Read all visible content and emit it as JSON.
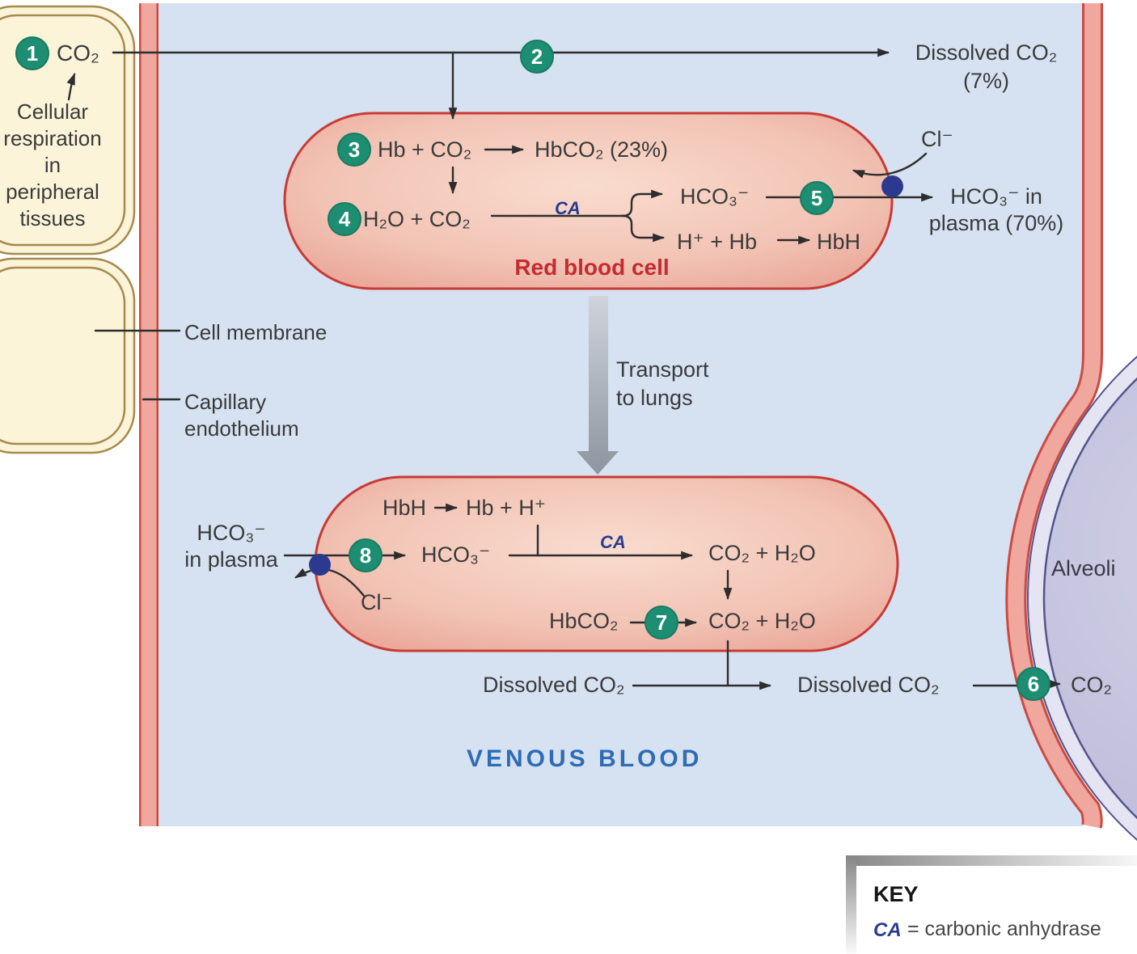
{
  "colors": {
    "background_blue": "#d6e2f2",
    "capillary_pink": "#efa79e",
    "capillary_edge_red": "#cd4a42",
    "rbc_border_red": "#c93a35",
    "rbc_label_red": "#c42b33",
    "step_circle_green": "#1e8e72",
    "chloride_dot_blue": "#2b3a8f",
    "ca_text_blue": "#2b3a8f",
    "venous_text_blue": "#2e6cb5",
    "tissue_cell_cream": "#fbf4d8",
    "tissue_cell_border": "#a6894d",
    "alveoli_lavender": "#b1afd1",
    "alveoli_outline": "#54548c",
    "text_dark": "#3a3a3a"
  },
  "steps": {
    "s1": "1",
    "s2": "2",
    "s3": "3",
    "s4": "4",
    "s5": "5",
    "s6": "6",
    "s7": "7",
    "s8": "8"
  },
  "tissue": {
    "label": "Cellular\nrespiration\nin\nperipheral\ntissues"
  },
  "membranes": {
    "cell_membrane": "Cell membrane",
    "capillary_endothelium": "Capillary\nendothelium"
  },
  "top_path": {
    "co2_source": "CO₂",
    "dissolved_co2": "Dissolved CO₂\n(7%)",
    "cl": "Cl⁻",
    "hco3_in_plasma": "HCO₃⁻ in\nplasma (70%)"
  },
  "rbc1": {
    "label": "Red blood cell",
    "r3_lhs": "Hb + CO₂",
    "r3_rhs": "HbCO₂ (23%)",
    "r4_lhs": "H₂O + CO₂",
    "ca": "CA",
    "hco3": "HCO₃⁻",
    "h_plus_hb": "H⁺ + Hb",
    "hbh": "HbH"
  },
  "transport": {
    "label": "Transport\nto lungs"
  },
  "rbc2": {
    "hbh": "HbH",
    "hb_plus_h": "Hb + H⁺",
    "hco3": "HCO₃⁻",
    "ca": "CA",
    "co2_h2o_upper": "CO₂ + H₂O",
    "hbco2": "HbCO₂",
    "co2_h2o_lower": "CO₂ + H₂O"
  },
  "bottom_path": {
    "hco3_in_plasma": "HCO₃⁻\nin plasma",
    "cl": "Cl⁻",
    "dissolved_left": "Dissolved CO₂",
    "dissolved_right": "Dissolved CO₂",
    "co2_exhaled": "CO₂"
  },
  "alveoli": {
    "label": "Alveoli"
  },
  "venous": {
    "label": "VENOUS BLOOD"
  },
  "key": {
    "title": "KEY",
    "ca": "CA",
    "definition": "= carbonic anhydrase"
  }
}
